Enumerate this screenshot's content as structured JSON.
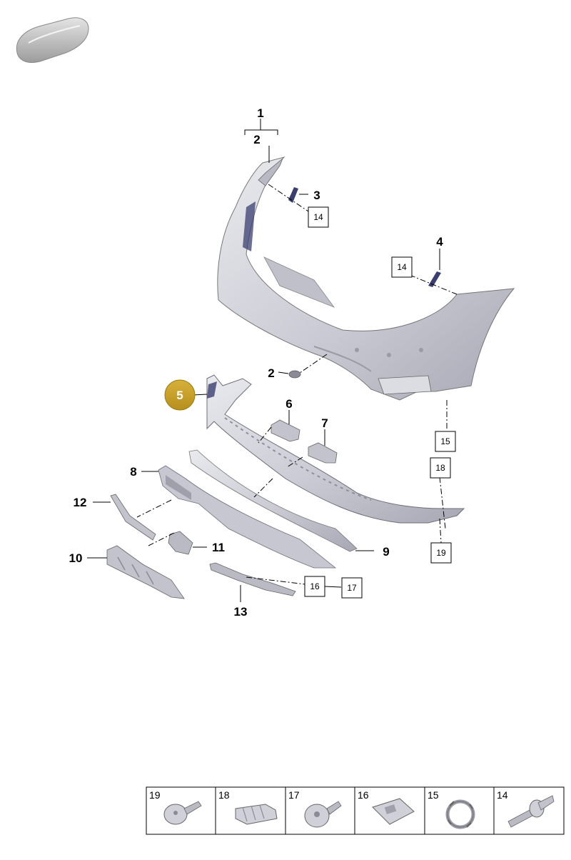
{
  "callouts": [
    {
      "id": "c1",
      "label": "1"
    },
    {
      "id": "c2a",
      "label": "2"
    },
    {
      "id": "c3",
      "label": "3"
    },
    {
      "id": "c4",
      "label": "4"
    },
    {
      "id": "c2b",
      "label": "2"
    },
    {
      "id": "c5",
      "label": "5",
      "highlight": true
    },
    {
      "id": "c6",
      "label": "6"
    },
    {
      "id": "c7",
      "label": "7"
    },
    {
      "id": "c8",
      "label": "8"
    },
    {
      "id": "c9",
      "label": "9"
    },
    {
      "id": "c10",
      "label": "10"
    },
    {
      "id": "c11",
      "label": "11"
    },
    {
      "id": "c12",
      "label": "12"
    },
    {
      "id": "c13",
      "label": "13"
    }
  ],
  "boxed_refs": [
    {
      "id": "b14a",
      "label": "14"
    },
    {
      "id": "b14b",
      "label": "14"
    },
    {
      "id": "b15",
      "label": "15"
    },
    {
      "id": "b18",
      "label": "18"
    },
    {
      "id": "b19",
      "label": "19"
    },
    {
      "id": "b16",
      "label": "16"
    },
    {
      "id": "b17",
      "label": "17"
    }
  ],
  "legend": [
    {
      "label": "19",
      "part": "plastic-rivet"
    },
    {
      "label": "18",
      "part": "spring-clip"
    },
    {
      "label": "17",
      "part": "expansion-rivet"
    },
    {
      "label": "16",
      "part": "spring-nut"
    },
    {
      "label": "15",
      "part": "retaining-ring"
    },
    {
      "label": "14",
      "part": "push-rivet"
    }
  ],
  "colors": {
    "highlight": "#c9a227",
    "part_fill": "#cfd0d8",
    "part_shadow": "#9a9aa6",
    "line": "#000000"
  }
}
